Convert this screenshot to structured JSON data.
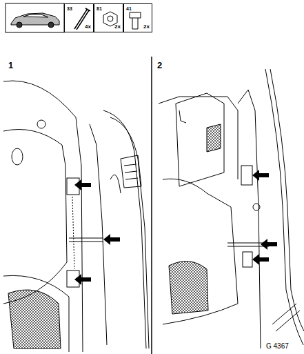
{
  "diagram": {
    "nodes": [
      {
        "text": [
          "33",
          "4x"
        ]
      },
      {
        "text": [
          "81",
          "2x"
        ]
      },
      {
        "text": [
          "41",
          "2x"
        ]
      }
    ],
    "labels": [
      "1",
      "2",
      "G 4367"
    ]
  }
}
